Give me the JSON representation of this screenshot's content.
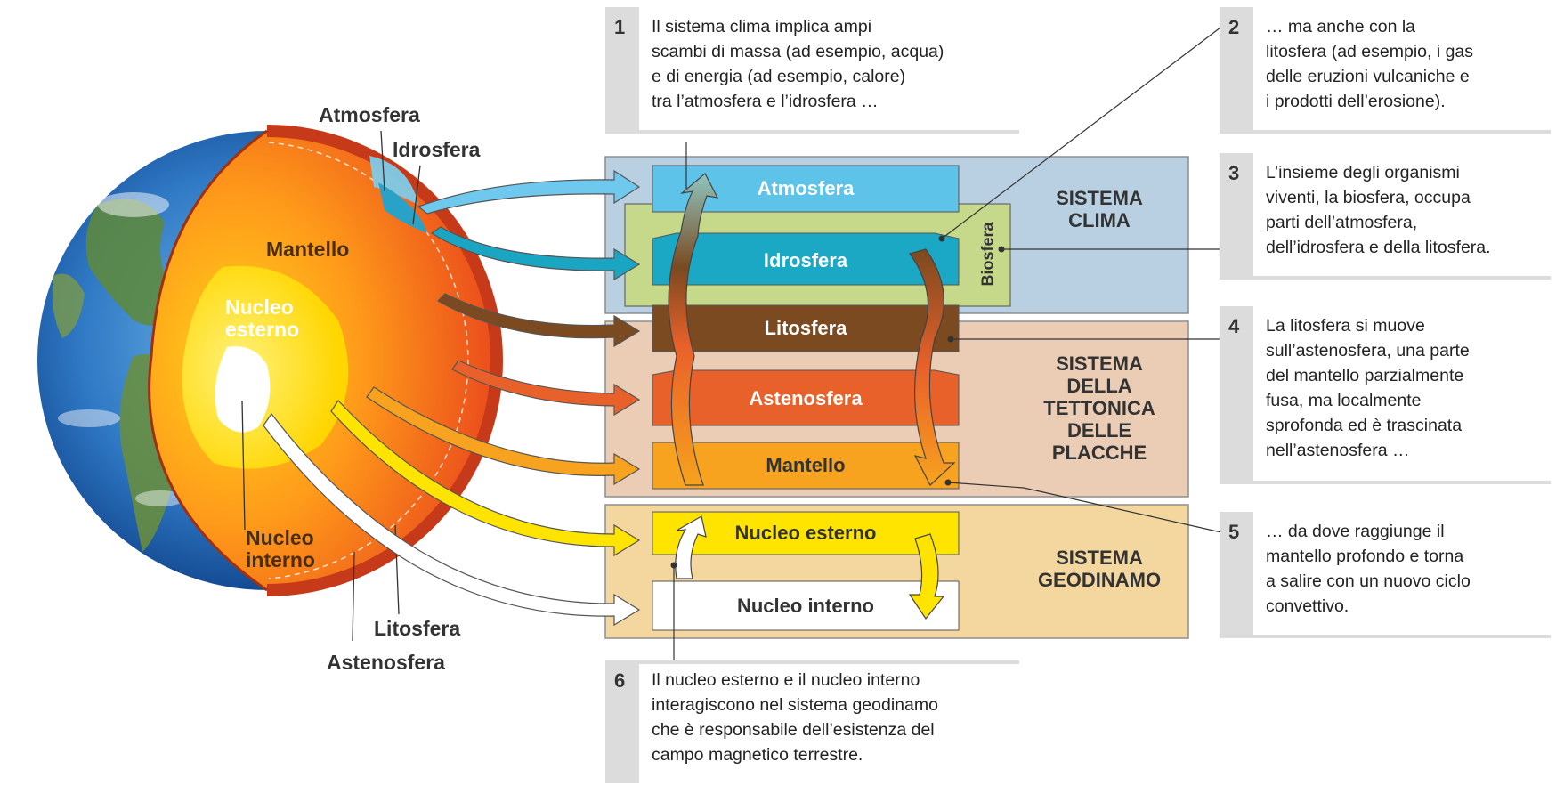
{
  "globe": {
    "labels": {
      "atmosfera": "Atmosfera",
      "idrosfera": "Idrosfera",
      "mantello": "Mantello",
      "nucleo_esterno": [
        "Nucleo",
        "esterno"
      ],
      "nucleo_interno": [
        "Nucleo",
        "interno"
      ],
      "litosfera": "Litosfera",
      "astenosfera": "Astenosfera"
    }
  },
  "layers": [
    {
      "key": "atmosfera",
      "label": "Atmosfera",
      "color": "#57c1e8"
    },
    {
      "key": "idrosfera",
      "label": "Idrosfera",
      "color": "#1aa7c4"
    },
    {
      "key": "litosfera",
      "label": "Litosfera",
      "color": "#7a4a20"
    },
    {
      "key": "astenosfera",
      "label": "Astenosfera",
      "color": "#e8602a"
    },
    {
      "key": "mantello",
      "label": "Mantello",
      "color": "#f7a21e"
    },
    {
      "key": "nucleo_esterno",
      "label": "Nucleo esterno",
      "color": "#ffe400"
    },
    {
      "key": "nucleo_interno",
      "label": "Nucleo interno",
      "color": "#ffffff"
    }
  ],
  "biosfera_label": "Biosfera",
  "systems": [
    {
      "key": "clima",
      "title": [
        "SISTEMA",
        "CLIMA"
      ],
      "color": "#b4cfe0"
    },
    {
      "key": "tettonica",
      "title": [
        "SISTEMA",
        "DELLA",
        "TETTONICA",
        "DELLE",
        "PLACCHE"
      ],
      "color": "#e8cbb4"
    },
    {
      "key": "geodinamo",
      "title": [
        "SISTEMA",
        "GEODINAMO"
      ],
      "color": "#f3d6a0"
    }
  ],
  "notes": [
    {
      "num": "1",
      "lines": [
        "Il sistema clima implica ampi",
        "scambi di massa (ad esempio, acqua)",
        "e di energia (ad esempio, calore)",
        "tra l’atmosfera e l’idrosfera …"
      ]
    },
    {
      "num": "2",
      "lines": [
        "… ma anche con la",
        "litosfera (ad esempio, i gas",
        "delle eruzioni vulcaniche e",
        "i prodotti dell’erosione)."
      ]
    },
    {
      "num": "3",
      "lines": [
        "L’insieme degli organismi",
        "viventi, la biosfera, occupa",
        "parti dell’atmosfera,",
        "dell’idrosfera e della litosfera."
      ]
    },
    {
      "num": "4",
      "lines": [
        "La litosfera si muove",
        "sull’astenosfera, una parte",
        "del mantello parzialmente",
        "fusa, ma localmente",
        "sprofonda ed è trascinata",
        "nell’astenosfera …"
      ]
    },
    {
      "num": "5",
      "lines": [
        "… da dove raggiunge il",
        "mantello profondo e torna",
        "a salire con un nuovo ciclo",
        "convettivo."
      ]
    },
    {
      "num": "6",
      "lines": [
        "Il nucleo esterno e il nucleo interno",
        "interagiscono nel sistema geodinamo",
        "che è responsabile dell’esistenza del",
        "campo magnetico terrestre."
      ]
    }
  ]
}
